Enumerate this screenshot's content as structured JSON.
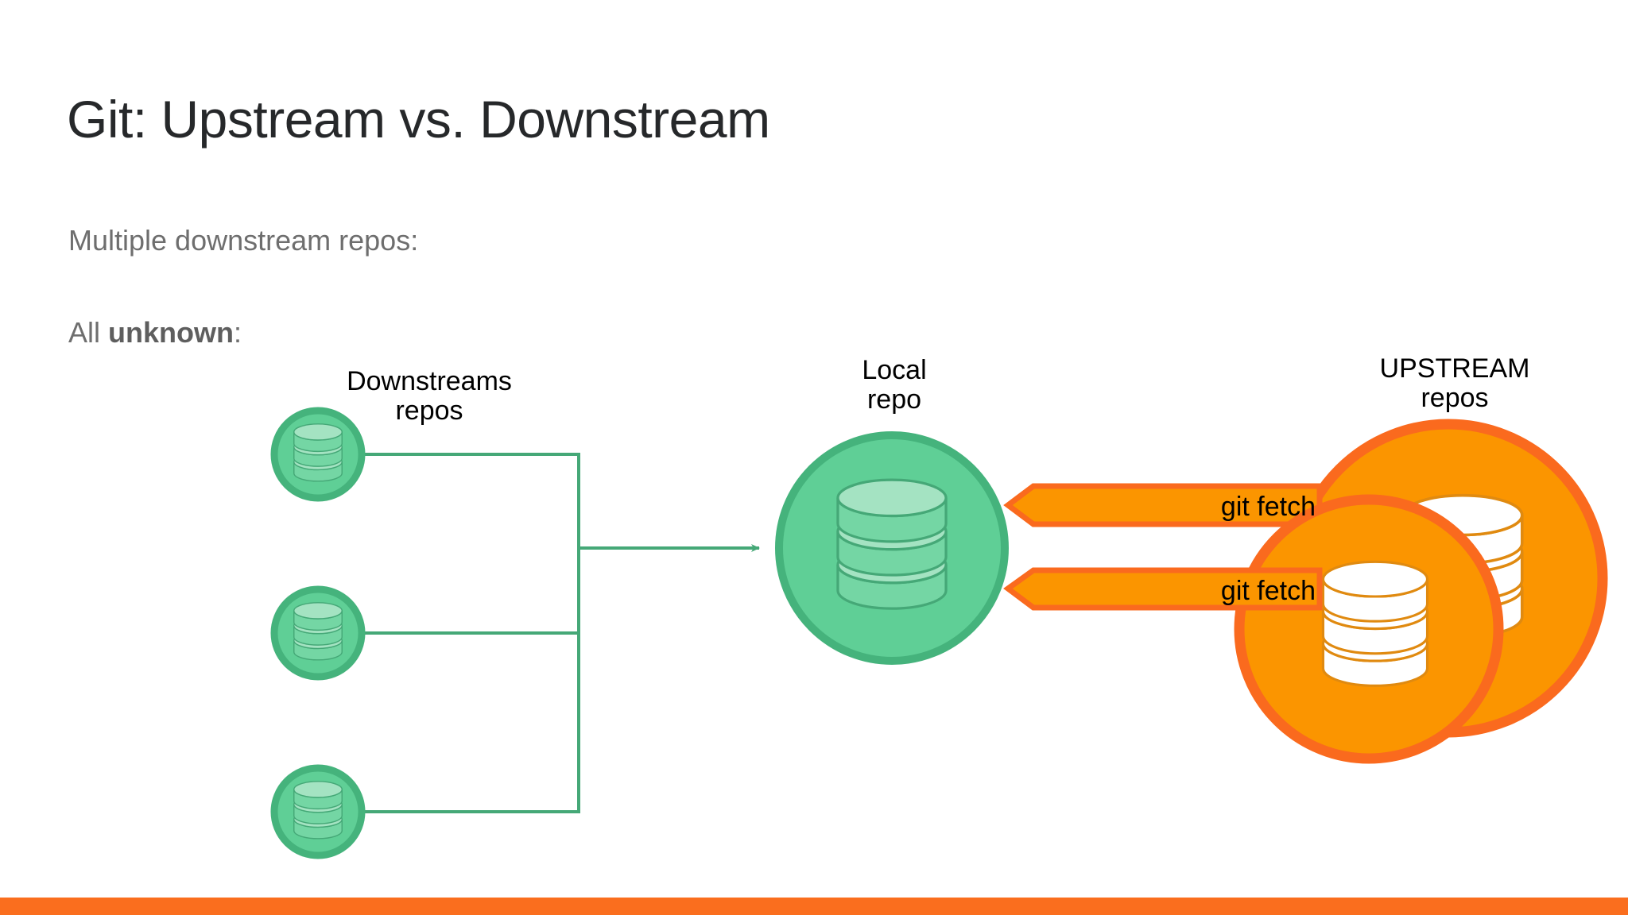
{
  "slide": {
    "title": "Git: Upstream vs. Downstream",
    "subtitle_1": "Multiple downstream repos:",
    "subtitle_2_prefix": "All ",
    "subtitle_2_strong": "unknown",
    "subtitle_2_suffix": ":"
  },
  "diagram": {
    "downstreams": {
      "caption_line_1": "Downstreams",
      "caption_line_2": "repos",
      "node_count": 3,
      "icon": "database-icon"
    },
    "local": {
      "caption_line_1": "Local",
      "caption_line_2": "repo",
      "icon": "database-icon"
    },
    "upstream": {
      "caption_line_1": "UPSTREAM",
      "caption_line_2": "repos",
      "node_count": 2,
      "icon": "database-icon"
    },
    "arrows": [
      {
        "label": "git fetch",
        "direction": "left"
      },
      {
        "label": "git fetch",
        "direction": "left"
      }
    ],
    "connector": {
      "direction": "right",
      "note": "three downstream repos join a vertical bus then one arrow into the local repo"
    }
  },
  "colors": {
    "title_text": "#26282a",
    "body_text": "#6e6e6e",
    "caption_text": "#000000",
    "green_fill": "#5fcf96",
    "green_ring": "#45b37c",
    "green_disc_top": "#a4e3c2",
    "green_disc_body": "#74d6a4",
    "green_line": "#45a877",
    "orange_fill": "#fb9500",
    "orange_ring": "#fa6a1e",
    "orange_disc_stroke": "#e08a10",
    "arrow_fill": "#fb9500",
    "arrow_border": "#fa6a1e",
    "disc_white": "#ffffff",
    "bottom_bar": "#fa6e1e",
    "background": "#ffffff"
  }
}
